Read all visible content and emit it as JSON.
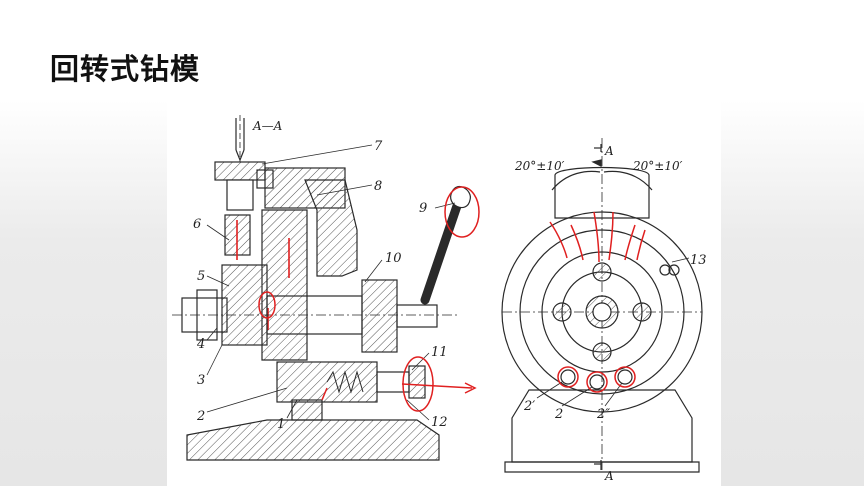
{
  "title": "回转式钻模",
  "figure": {
    "section_label": "A—A",
    "left_view_callouts": [
      "1",
      "2",
      "3",
      "4",
      "5",
      "6",
      "7",
      "8",
      "9",
      "10",
      "11",
      "12"
    ],
    "right_view_callouts": [
      "13",
      "2′",
      "2",
      "2″"
    ],
    "angle_left": "20°±10′",
    "angle_right": "20°±10′",
    "section_mark_top": "A",
    "section_mark_bottom": "A"
  },
  "colors": {
    "ink": "#2a2a2a",
    "hatch": "#555555",
    "annotation": "#e02020",
    "title_text": "#111111"
  }
}
